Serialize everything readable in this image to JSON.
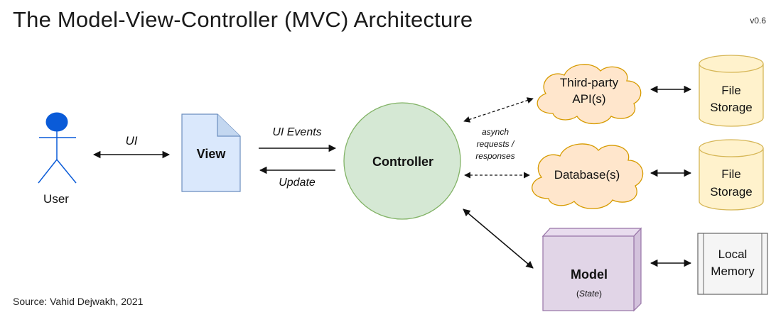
{
  "title": "The Model-View-Controller (MVC) Architecture",
  "version": "v0.6",
  "source": "Source: Vahid Dejwakh, 2021",
  "nodes": {
    "user": "User",
    "view": "View",
    "controller": "Controller",
    "api_line1": "Third-party",
    "api_line2": "API(s)",
    "database": "Database(s)",
    "file_storage_1_line1": "File",
    "file_storage_1_line2": "Storage",
    "file_storage_2_line1": "File",
    "file_storage_2_line2": "Storage",
    "model": "Model",
    "model_state_open": "(",
    "model_state": "State",
    "model_state_close": ")",
    "local_memory_line1": "Local",
    "local_memory_line2": "Memory"
  },
  "edges": {
    "ui": "UI",
    "ui_events": "UI Events",
    "update": "Update",
    "asynch_line1": "asynch",
    "asynch_line2": "requests /",
    "asynch_line3": "responses"
  },
  "colors": {
    "user": "#0a5bd8",
    "view_fill": "#dae8fc",
    "view_stroke": "#6c8ebf",
    "controller_fill": "#d5e8d4",
    "controller_stroke": "#82b366",
    "cloud_fill": "#ffe6cc",
    "cloud_stroke": "#d79b00",
    "cylinder_fill": "#fff2cc",
    "cylinder_stroke": "#d6b656",
    "model_fill": "#e1d5e7",
    "model_stroke": "#9673a6",
    "memory_fill": "#f5f5f5",
    "memory_stroke": "#666666"
  }
}
